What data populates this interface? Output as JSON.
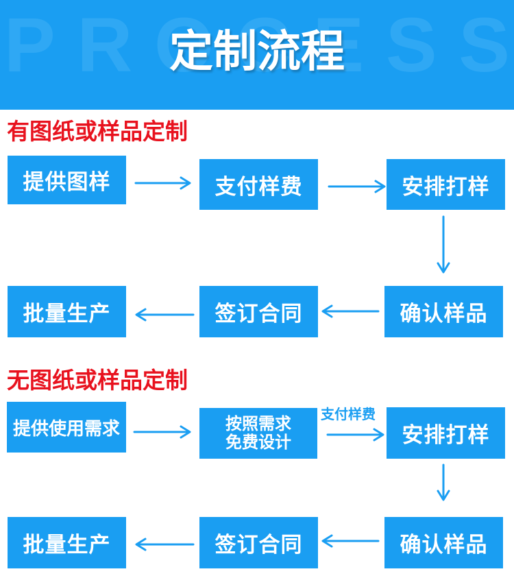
{
  "header": {
    "watermark_letters": [
      "P",
      "R",
      "O",
      "C",
      "E",
      "S",
      "S"
    ],
    "title": "定制流程"
  },
  "section_with_drawing": {
    "title": "有图纸或样品定制",
    "steps": [
      "提供图样",
      "支付样费",
      "安排打样",
      "确认样品",
      "签订合同",
      "批量生产"
    ]
  },
  "section_without_drawing": {
    "title": "无图纸或样品定制",
    "steps": [
      "提供使用需求",
      "按照需求",
      "免费设计",
      "安排打样",
      "确认样品",
      "签订合同",
      "批量生产"
    ],
    "arrow_label": "支付样费"
  },
  "colors": {
    "header_bg": "#1a9ef2",
    "box_bg": "#1a9ef2",
    "box_text": "#ffffff",
    "section_title": "#e8121e",
    "arrow": "#1a9ef2"
  },
  "icons": [
    "arrow-right-icon",
    "arrow-down-icon",
    "arrow-left-icon"
  ]
}
